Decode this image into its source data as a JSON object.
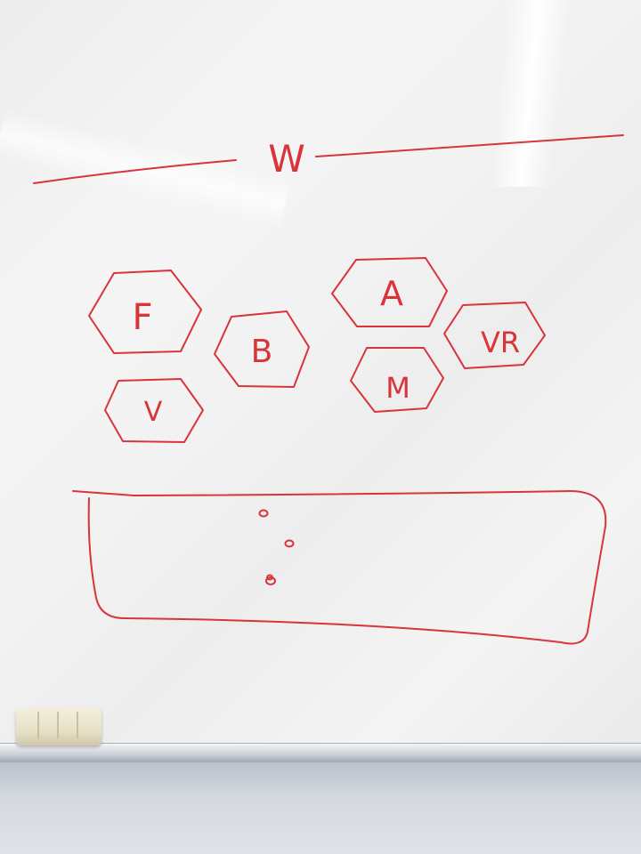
{
  "title": "W",
  "hexagons": [
    {
      "label": "F"
    },
    {
      "label": "B"
    },
    {
      "label": "V"
    },
    {
      "label": "A"
    },
    {
      "label": "M"
    },
    {
      "label": "VR"
    }
  ],
  "colors": {
    "ink": "#d9343a",
    "board": "#f2f2f2",
    "eraser": "#ebe5cc"
  }
}
